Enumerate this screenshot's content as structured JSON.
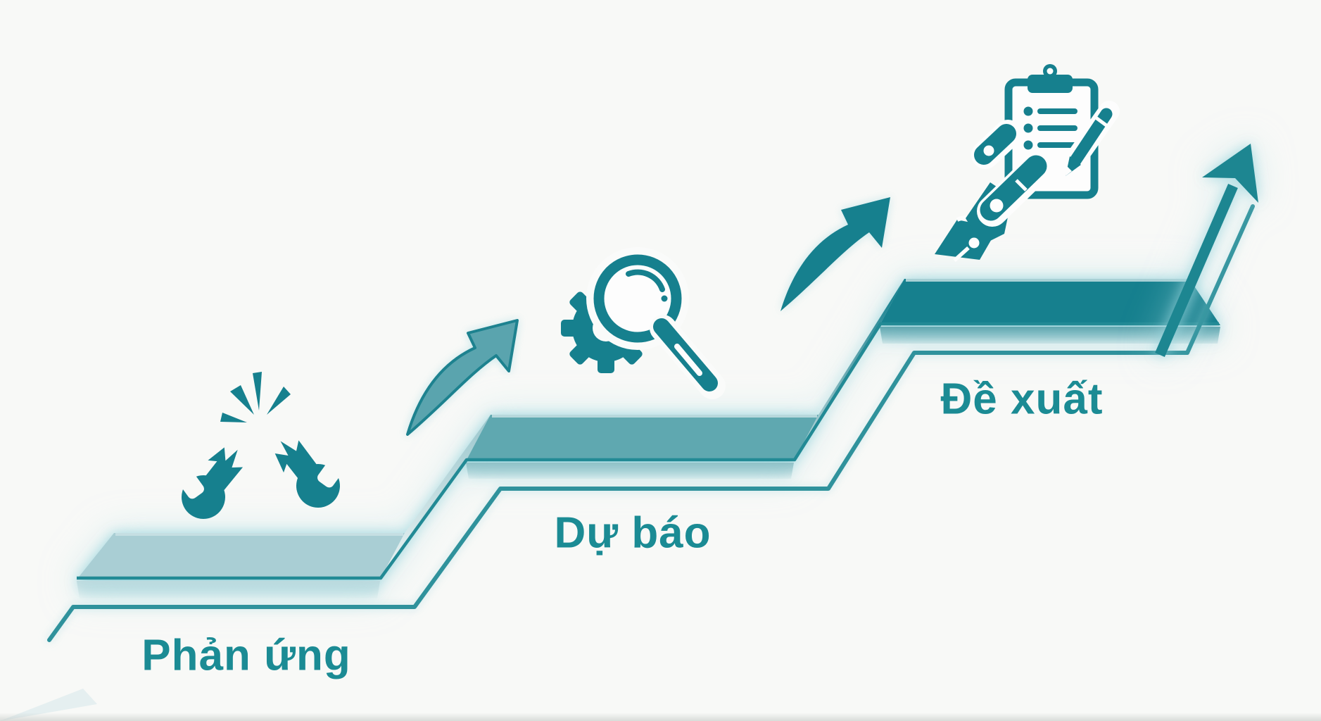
{
  "diagram": {
    "type": "ascending-staircase-growth-infographic",
    "language": "vi",
    "steps": [
      {
        "level": 1,
        "label": "Phản ứng",
        "icon": "broken-wrenches-clash-icon",
        "color": "#a9ced4"
      },
      {
        "level": 2,
        "label": "Dự báo",
        "icon": "gear-magnifier-icon",
        "color": "#5fa8b0"
      },
      {
        "level": 3,
        "label": "Đề xuất",
        "icon": "robot-hand-checklist-icon",
        "color": "#16808e"
      }
    ],
    "connectors": [
      {
        "from": 1,
        "to": 2,
        "shape": "curved-swoosh-arrow",
        "style": "light-filled-outlined"
      },
      {
        "from": 2,
        "to": 3,
        "shape": "curved-swoosh-arrow",
        "style": "solid-dark"
      }
    ],
    "terminal": "upward-growth-arrow"
  },
  "colors": {
    "background": "#f8f9f7",
    "step1": "#a9ced4",
    "step1_face": "#c0dce0",
    "step2": "#5fa8b0",
    "step3": "#16808e",
    "edge": "#228a95",
    "outline": "#2f929c",
    "arrow1_fill": "#5aa4ae",
    "arrow1_stroke": "#1d828f",
    "arrow2_fill": "#16808e",
    "growth_arrow": "#1d8691",
    "icon": "#16808e",
    "text": "#1b8b94"
  }
}
